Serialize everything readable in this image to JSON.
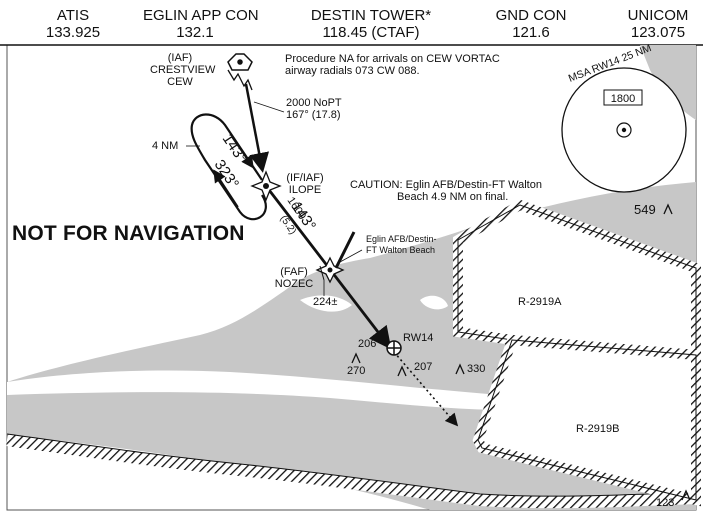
{
  "frequencies": [
    {
      "name": "ATIS",
      "value": "133.925"
    },
    {
      "name": "EGLIN APP CON",
      "value": "132.1"
    },
    {
      "name": "DESTIN TOWER*",
      "value": "118.45 (CTAF)"
    },
    {
      "name": "GND CON",
      "value": "121.6"
    },
    {
      "name": "UNICOM",
      "value": "123.075"
    }
  ],
  "watermark": "NOT FOR NAVIGATION",
  "fixes": {
    "crestview": {
      "role": "(IAF)",
      "name": "CRESTVIEW",
      "ident": "CEW"
    },
    "ilope": {
      "role": "(IF/IAF)",
      "name": "ILOPE"
    },
    "nozec": {
      "role": "(FAF)",
      "name": "NOZEC"
    }
  },
  "notes": {
    "procedure_line1": "Procedure NA for arrivals on CEW VORTAC",
    "procedure_line2": "airway radials 073 CW 088.",
    "nopt": "2000 NoPT",
    "nopt_course": "167° (17.8)",
    "caution_line1": "CAUTION:  Eglin AFB/Destin-FT Walton",
    "caution_line2": "Beach 4.9 NM on final."
  },
  "msa": {
    "label": "MSA RW14 25 NM",
    "altitude": "1800"
  },
  "holding": {
    "distance": "4 NM",
    "inbound": "143°",
    "outbound": "323°"
  },
  "final_segment": {
    "altitude": "1600",
    "course": "143°",
    "distance": "(5.2)"
  },
  "airports": {
    "eglin_line1": "Eglin AFB/Destin-",
    "eglin_line2": "FT Walton Beach"
  },
  "runway": "RW14",
  "restricted_areas": [
    "R-2919A",
    "R-2919B"
  ],
  "elevations": [
    "549",
    "224±",
    "206",
    "270",
    "207",
    "330",
    "123"
  ],
  "colors": {
    "land": "#c7c7c7",
    "water": "#ffffff",
    "ink": "#111111"
  }
}
